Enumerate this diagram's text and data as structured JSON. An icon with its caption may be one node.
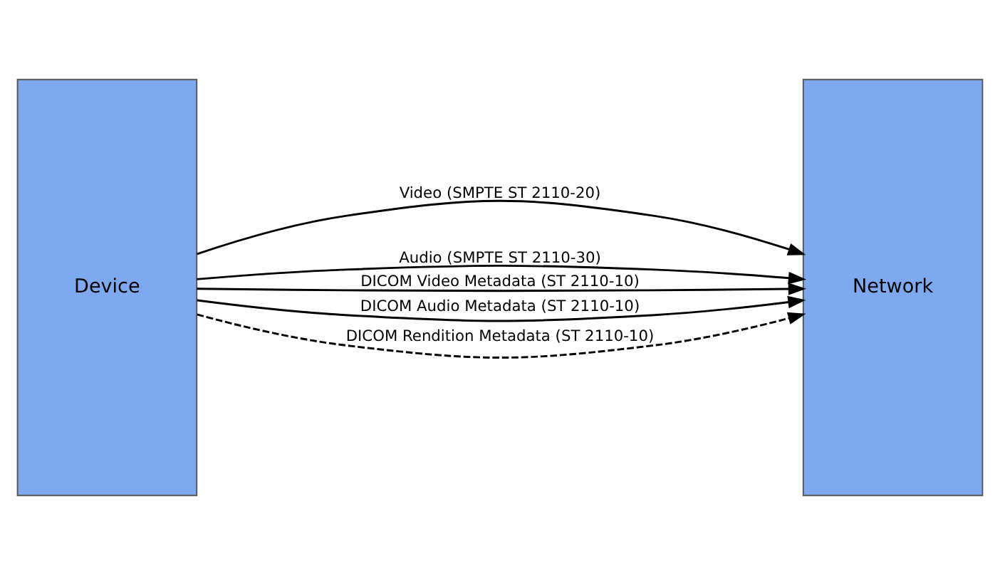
{
  "diagram": {
    "nodes": [
      {
        "text": [
          "Device"
        ]
      },
      {
        "text": [
          "Network"
        ]
      }
    ],
    "edges": [
      {
        "from": 0,
        "to": 1,
        "arrow": "to",
        "label": "Video (SMPTE ST 2110-20)"
      },
      {
        "from": 0,
        "to": 1,
        "arrow": "to",
        "label": "Audio (SMPTE ST 2110-30)"
      },
      {
        "from": 0,
        "to": 1,
        "arrow": "to",
        "label": "DICOM Video Metadata (ST 2110-10)"
      },
      {
        "from": 0,
        "to": 1,
        "arrow": "to",
        "label": "DICOM Audio Metadata (ST 2110-10)"
      },
      {
        "from": 0,
        "to": 1,
        "arrow": "to",
        "label": "DICOM Rendition Metadata (ST 2110-10)",
        "style": "dashed"
      }
    ]
  }
}
